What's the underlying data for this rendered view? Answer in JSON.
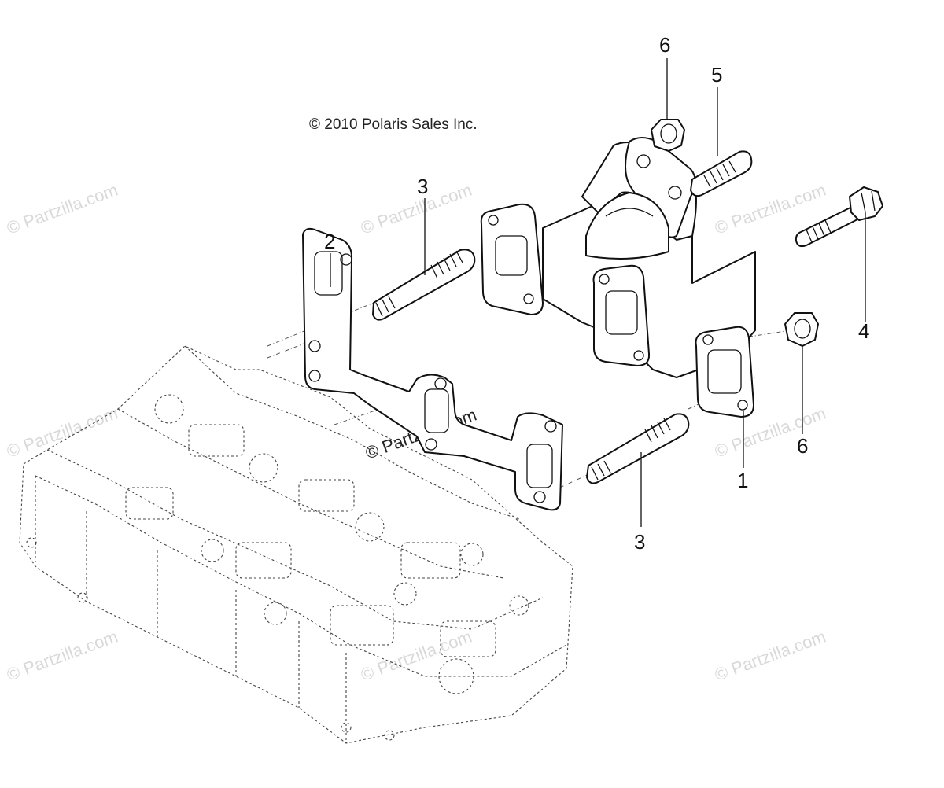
{
  "copyright": "© 2010 Polaris Sales Inc.",
  "watermark": "© Partzilla.com",
  "callouts": {
    "c1": "1",
    "c2": "2",
    "c3a": "3",
    "c3b": "3",
    "c4": "4",
    "c5": "5",
    "c6a": "6",
    "c6b": "6"
  }
}
